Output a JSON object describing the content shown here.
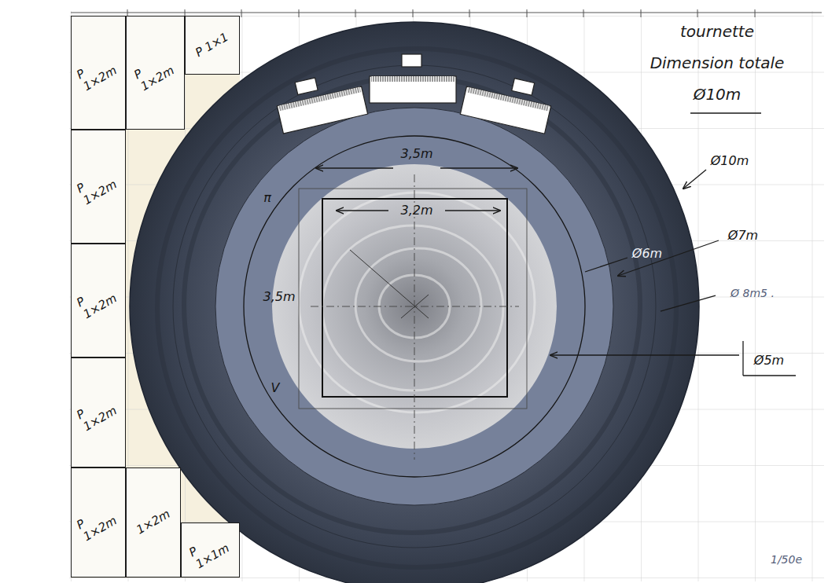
{
  "diagram": {
    "title": "tournette Dimension totale Ø10m",
    "nodes": [
      {
        "text": [
          "P 1×2m"
        ]
      },
      {
        "text": [
          "P 1×2m"
        ]
      },
      {
        "text": [
          "P 1×1"
        ]
      },
      {
        "text": [
          "P 1×2m"
        ]
      },
      {
        "text": [
          "P 1×2m"
        ]
      },
      {
        "text": [
          "P 1×2m"
        ]
      },
      {
        "text": [
          "P 1×2m"
        ]
      },
      {
        "text": [
          "1×2m"
        ]
      },
      {
        "text": [
          "P 1×1m"
        ]
      }
    ],
    "labels": [
      "3,5m",
      "Ø10m",
      "π",
      "3,2m",
      "Ø6m",
      "Ø7m",
      "3,5m",
      "Ø 8m5 .",
      "Ø5m",
      "V",
      "1/50e"
    ]
  }
}
